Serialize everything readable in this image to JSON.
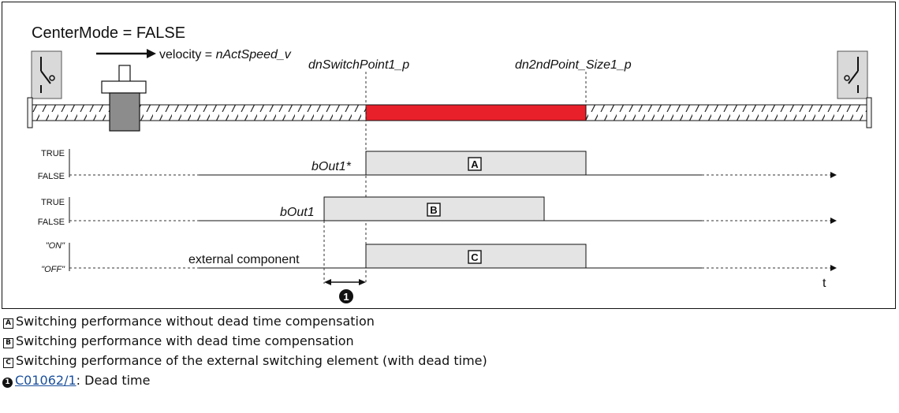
{
  "diagram": {
    "title": "CenterMode = FALSE",
    "velocity_label": "velocity = ",
    "velocity_var": "nActSpeed_v",
    "switch_point_label": "dnSwitchPoint1_p",
    "second_point_label": "dn2ndPoint_Size1_p",
    "time_axis_label": "t",
    "signals": [
      {
        "high": "TRUE",
        "low": "FALSE",
        "name": "bOut1*",
        "marker": "A"
      },
      {
        "high": "TRUE",
        "low": "FALSE",
        "name": "bOut1",
        "marker": "B"
      },
      {
        "high": "\"ON\"",
        "low": "\"OFF\"",
        "name": "external component",
        "marker": "C"
      }
    ],
    "dead_time_marker": "1",
    "colors": {
      "active_zone": "#e8202a",
      "pulse_fill": "#e4e4e4",
      "carriage": "#8c8c8c",
      "switch_box": "#d9d9d9"
    }
  },
  "legend": [
    {
      "marker": "A",
      "text": "Switching performance without dead time compensation"
    },
    {
      "marker": "B",
      "text": "Switching performance with dead time compensation"
    },
    {
      "marker": "C",
      "text": "Switching performance of the external switching element (with dead time)"
    }
  ],
  "footnote": {
    "marker": "1",
    "link": "C01062/1",
    "text": ": Dead time"
  }
}
